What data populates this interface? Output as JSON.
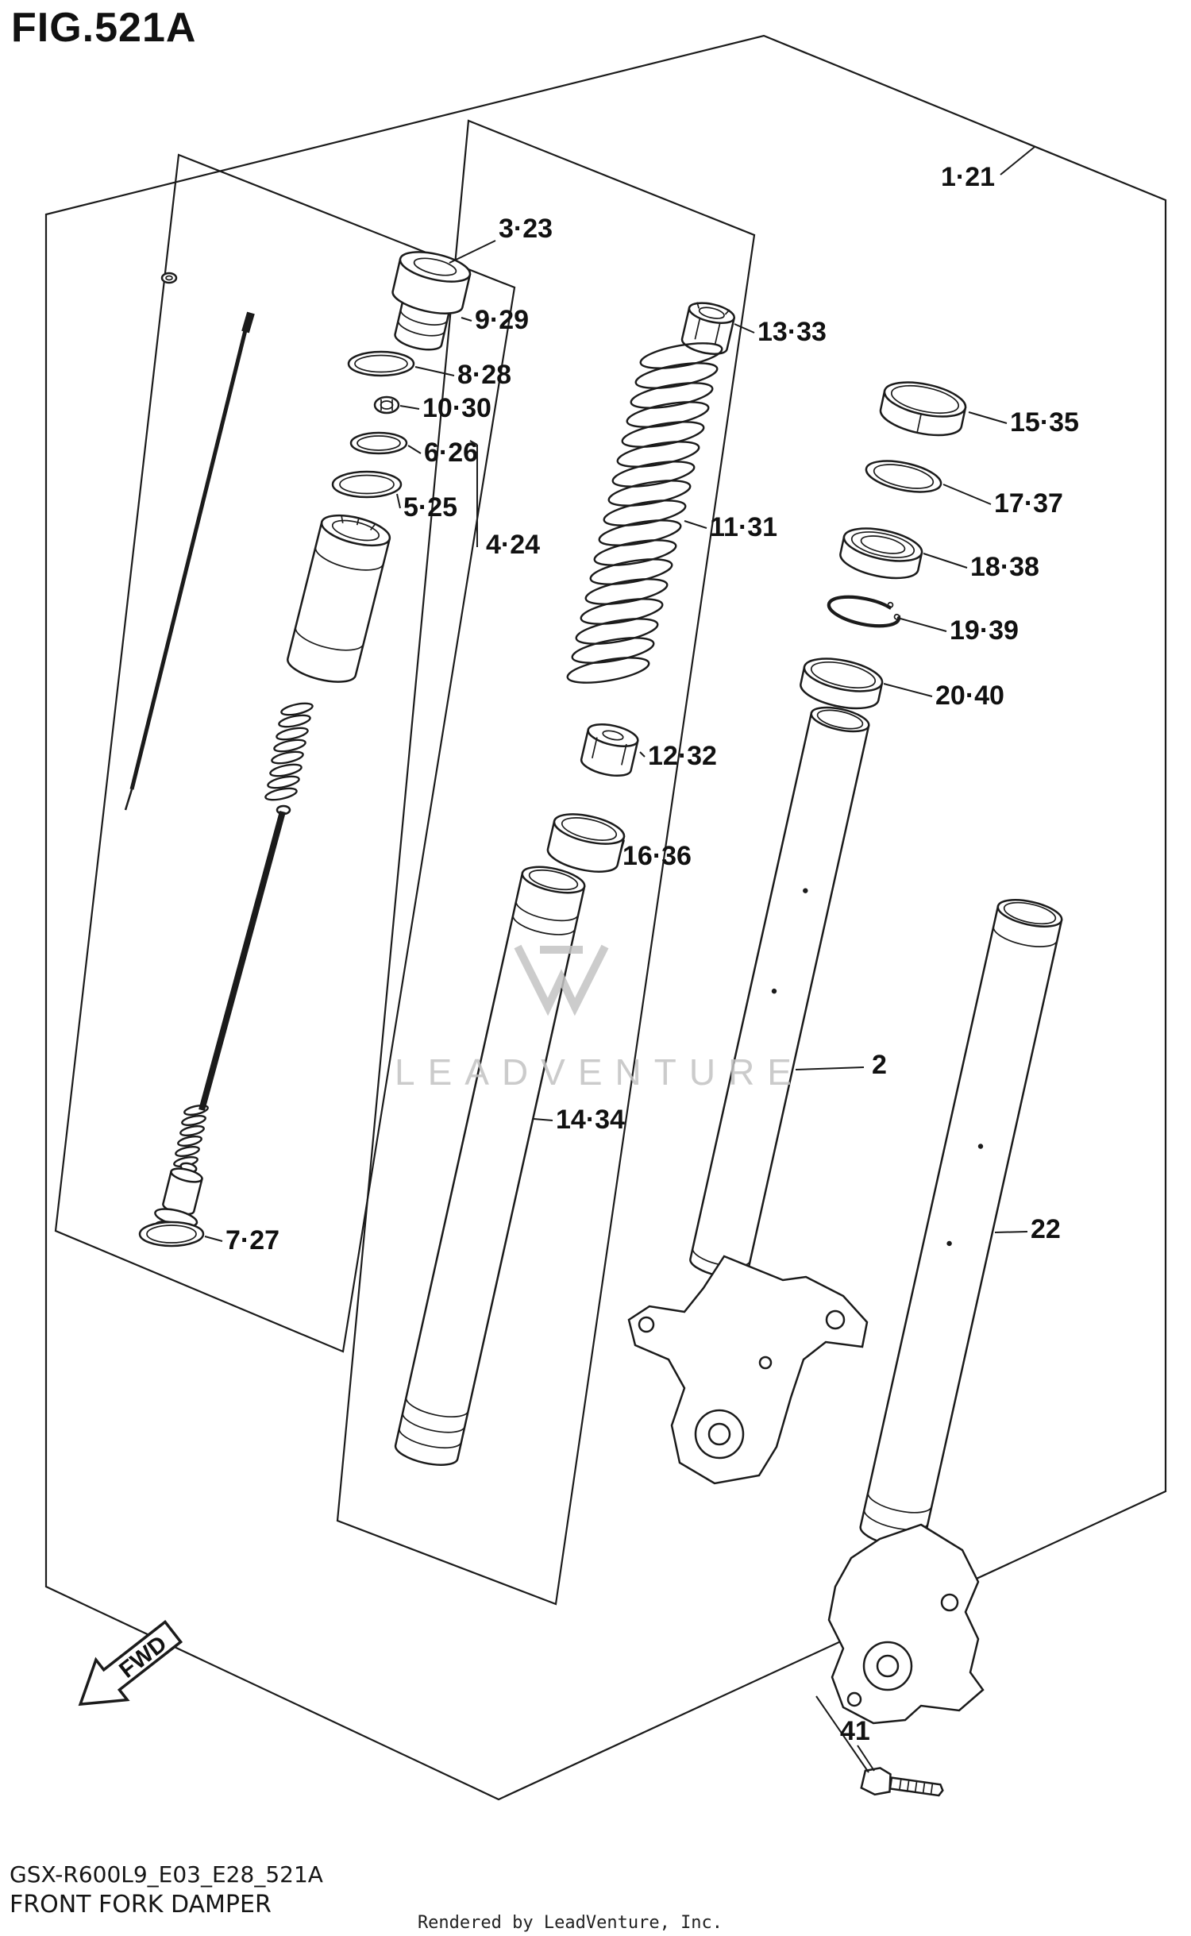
{
  "page": {
    "title": "FIG.521A",
    "watermark": "LEADVENTURE",
    "direction_label": "FWD",
    "footer": {
      "code": "GSX-R600L9_E03_E28_521A",
      "name": "FRONT FORK DAMPER",
      "credit": "Rendered by LeadVenture, Inc."
    }
  },
  "colors": {
    "line": "#1b1b1b",
    "label": "#111111",
    "watermark": "#c3c3c3",
    "background": "#ffffff"
  },
  "part_labels": [
    {
      "id": "1-21",
      "label": "1·21"
    },
    {
      "id": "3-23",
      "label": "3·23"
    },
    {
      "id": "9-29",
      "label": "9·29"
    },
    {
      "id": "8-28",
      "label": "8·28"
    },
    {
      "id": "10-30",
      "label": "10·30"
    },
    {
      "id": "6-26",
      "label": "6·26"
    },
    {
      "id": "5-25",
      "label": "5·25"
    },
    {
      "id": "4-24",
      "label": "4·24"
    },
    {
      "id": "13-33",
      "label": "13·33"
    },
    {
      "id": "11-31",
      "label": "11·31"
    },
    {
      "id": "15-35",
      "label": "15·35"
    },
    {
      "id": "17-37",
      "label": "17·37"
    },
    {
      "id": "18-38",
      "label": "18·38"
    },
    {
      "id": "19-39",
      "label": "19·39"
    },
    {
      "id": "20-40",
      "label": "20·40"
    },
    {
      "id": "12-32",
      "label": "12·32"
    },
    {
      "id": "16-36",
      "label": "16·36"
    },
    {
      "id": "2",
      "label": "2"
    },
    {
      "id": "14-34",
      "label": "14·34"
    },
    {
      "id": "7-27",
      "label": "7·27"
    },
    {
      "id": "22",
      "label": "22"
    },
    {
      "id": "41",
      "label": "41"
    }
  ]
}
